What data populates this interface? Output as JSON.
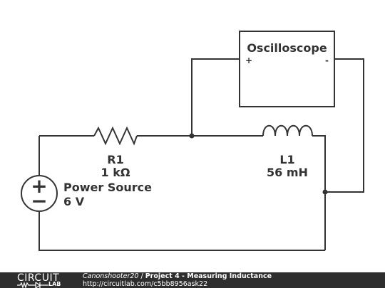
{
  "colors": {
    "line": "#333333",
    "footer_bg": "#2e2e2e",
    "footer_text": "#ffffff"
  },
  "components": {
    "oscilloscope": {
      "label": "Oscilloscope",
      "plus": "+",
      "minus": "-"
    },
    "resistor": {
      "name": "R1",
      "value": "1 kΩ"
    },
    "inductor": {
      "name": "L1",
      "value": "56 mH"
    },
    "source": {
      "name": "Power Source",
      "value": "6 V",
      "plus": "+",
      "minus": "−"
    }
  },
  "footer": {
    "logo_top": "CIRCUIT",
    "logo_bottom": "LAB",
    "author": "Canonshooter20",
    "separator": " / ",
    "title": "Project 4 - Measuring Inductance",
    "url": "http://circuitlab.com/c5bb8956ask22"
  }
}
